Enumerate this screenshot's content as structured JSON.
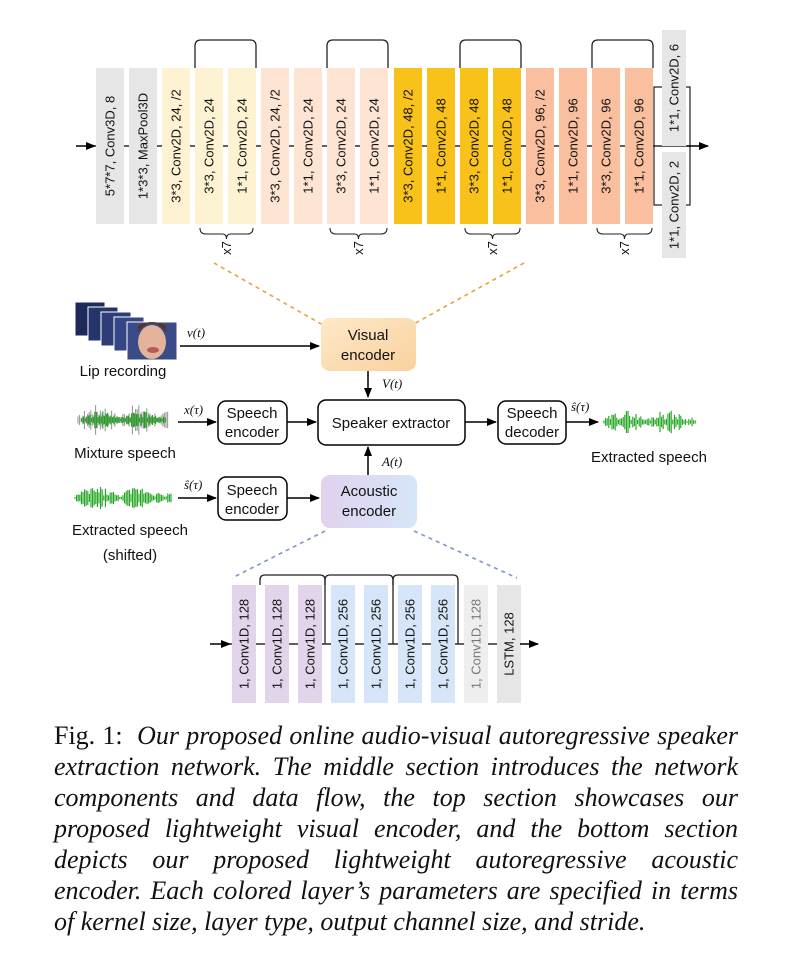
{
  "visual_encoder_layers": [
    {
      "text": "5*7*7, Conv3D, 8",
      "color": "#e6e6e6"
    },
    {
      "text": "1*3*3, MaxPool3D",
      "color": "#e6e6e6"
    },
    {
      "text": "3*3, Conv2D, 24, /2",
      "color": "#fdf3d2"
    },
    {
      "text": "3*3, Conv2D, 24",
      "color": "#fdf3d2"
    },
    {
      "text": "1*1, Conv2D, 24",
      "color": "#fdf3d2"
    },
    {
      "text": "3*3, Conv2D, 24, /2",
      "color": "#fde4d3"
    },
    {
      "text": "1*1, Conv2D, 24",
      "color": "#fde4d3"
    },
    {
      "text": "3*3, Conv2D, 24",
      "color": "#fde4d3"
    },
    {
      "text": "1*1, Conv2D, 24",
      "color": "#fde4d3"
    },
    {
      "text": "3*3, Conv2D, 48, /2",
      "color": "#f8c21a"
    },
    {
      "text": "1*1, Conv2D, 48",
      "color": "#f8c21a"
    },
    {
      "text": "3*3, Conv2D, 48",
      "color": "#f8c21a"
    },
    {
      "text": "1*1, Conv2D, 48",
      "color": "#f8c21a"
    },
    {
      "text": "3*3, Conv2D, 96, /2",
      "color": "#f9bf9e"
    },
    {
      "text": "1*1, Conv2D, 96",
      "color": "#f9bf9e"
    },
    {
      "text": "3*3, Conv2D, 96",
      "color": "#f9bf9e"
    },
    {
      "text": "1*1, Conv2D, 96",
      "color": "#f9bf9e"
    }
  ],
  "visual_head_layers": [
    {
      "text": "1*1, Conv2D, 6",
      "color": "#e6e6e6"
    },
    {
      "text": "1*1, Conv2D, 2",
      "color": "#e6e6e6"
    }
  ],
  "repeat_labels": [
    "x7",
    "x7",
    "x7",
    "x7"
  ],
  "acoustic_encoder_layers": [
    {
      "text": "1, Conv1D, 128",
      "color": "#e2d4ea"
    },
    {
      "text": "1, Conv1D, 128",
      "color": "#e2d4ea"
    },
    {
      "text": "1, Conv1D, 128",
      "color": "#e2d4ea"
    },
    {
      "text": "1, Conv1D, 256",
      "color": "#d6e5f7"
    },
    {
      "text": "1, Conv1D, 256",
      "color": "#d6e5f7"
    },
    {
      "text": "1, Conv1D, 256",
      "color": "#d6e5f7"
    },
    {
      "text": "1, Conv1D, 256",
      "color": "#d6e5f7"
    },
    {
      "text": "1, Conv1D, 128",
      "color": "#eeeeee"
    },
    {
      "text": "LSTM, 128",
      "color": "#e6e6e6"
    }
  ],
  "modules": {
    "visual_encoder": [
      "Visual",
      "encoder"
    ],
    "speech_encoder_top": [
      "Speech",
      "encoder"
    ],
    "speaker_extractor": "Speaker extractor",
    "speech_decoder": [
      "Speech",
      "decoder"
    ],
    "speech_encoder_bottom": [
      "Speech",
      "encoder"
    ],
    "acoustic_encoder": [
      "Acoustic",
      "encoder"
    ]
  },
  "signals": {
    "v": "v(t)",
    "V": "V(t)",
    "x": "x(τ)",
    "A": "A(t)",
    "s_hat_out": "ŝ(τ)",
    "s_hat_in": "ŝ(τ)"
  },
  "labels": {
    "lip_recording": "Lip recording",
    "mixture_speech": "Mixture speech",
    "extracted_speech": "Extracted speech",
    "extracted_speech_shifted_1": "Extracted speech",
    "extracted_speech_shifted_2": "(shifted)"
  },
  "caption": {
    "lead": "Fig. 1:",
    "body": "Our proposed online audio-visual autoregressive speaker extraction network. The middle section introduces the network components and data flow, the top section showcases our proposed lightweight visual encoder, and the bottom section depicts our proposed lightweight autoregressive acoustic encoder. Each colored layer’s parameters are specified in terms of kernel size, layer type, output channel size, and stride."
  },
  "colors": {
    "visual_encoder_box": "#fbe3bd",
    "acoustic_encoder_box": "#dcdcf2",
    "waveform_green": "#1aa31a",
    "waveform_gray": "#9a9a9a",
    "dashed_orange": "#e8a33a",
    "dashed_blue": "#7f95c7"
  }
}
